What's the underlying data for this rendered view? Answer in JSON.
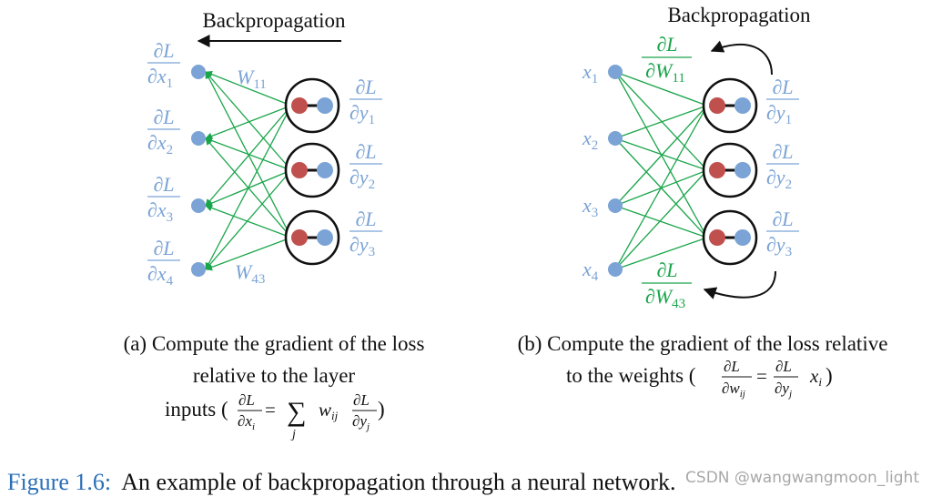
{
  "colors": {
    "blue": "#7ba3d6",
    "red": "#c0504d",
    "green": "#1aa54a",
    "caption_blue": "#2a6fb8",
    "black": "#111111"
  },
  "panel_a": {
    "title": "Backpropagation",
    "input_grads": [
      "∂L/∂x1",
      "∂L/∂x2",
      "∂L/∂x3",
      "∂L/∂x4"
    ],
    "output_grads": [
      "∂L/∂y1",
      "∂L/∂y2",
      "∂L/∂y3"
    ],
    "weight_top": "W11",
    "weight_bottom": "W43",
    "caption_line1": "(a) Compute the gradient of the loss",
    "caption_line2": "relative to the layer",
    "caption_line3": "inputs (∂L/∂xi = Σj wij ∂L/∂yj)"
  },
  "panel_b": {
    "title": "Backpropagation",
    "inputs": [
      "x1",
      "x2",
      "x3",
      "x4"
    ],
    "output_grads": [
      "∂L/∂y1",
      "∂L/∂y2",
      "∂L/∂y3"
    ],
    "weight_grad_top": "∂L/∂W11",
    "weight_grad_bottom": "∂L/∂W43",
    "caption_line1": "(b) Compute the gradient of the loss relative",
    "caption_line2": "to the weights (∂L/∂wij = ∂L/∂yj xi)"
  },
  "figure_caption": {
    "label": "Figure 1.6:",
    "text": "An example of backpropagation through a neural network."
  },
  "watermark": "CSDN @wangwangmoon_light"
}
